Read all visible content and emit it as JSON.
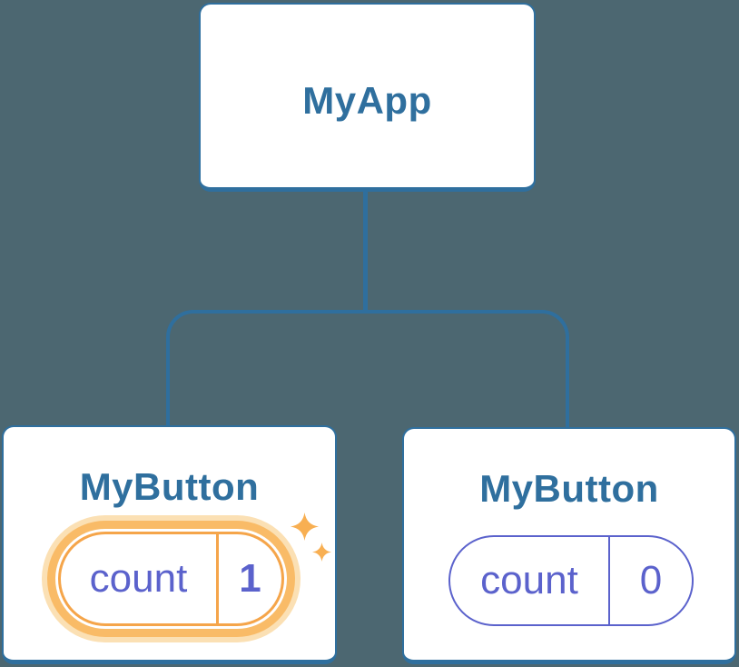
{
  "colors": {
    "background": "#4C6771",
    "node_border_blue": "#2F6F9E",
    "node_fill": "#FFFFFF",
    "label_blue": "#2F6F9E",
    "state_indigo": "#5B62CC",
    "highlight_orange": "#F5A54A",
    "highlight_ring": "#F9BB67",
    "highlight_ring_outer": "#FBE0B4",
    "sparkle_orange": "#F8AF52"
  },
  "diagram": {
    "type": "component-tree",
    "root": {
      "label": "MyApp"
    },
    "children": [
      {
        "label": "MyButton",
        "state": {
          "key": "count",
          "value": "1"
        },
        "highlighted": true,
        "badge_icon": "sparkles-icon"
      },
      {
        "label": "MyButton",
        "state": {
          "key": "count",
          "value": "0"
        },
        "highlighted": false
      }
    ]
  }
}
